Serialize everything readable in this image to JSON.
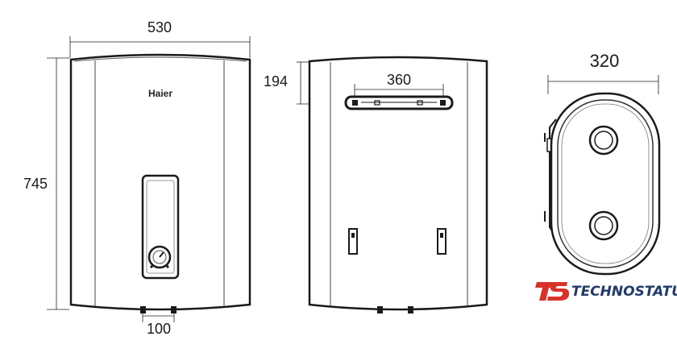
{
  "front_view": {
    "brand_label": "Haier",
    "width_label": "530",
    "height_label": "745",
    "pipe_spacing_label": "100"
  },
  "back_view": {
    "bracket_width_label": "360",
    "bracket_offset_label": "194"
  },
  "side_view": {
    "depth_label": "320"
  },
  "watermark": {
    "text": "TECHNOSTATUS",
    "logo_color": "#d9322b",
    "text_color": "#1f3a6b"
  }
}
